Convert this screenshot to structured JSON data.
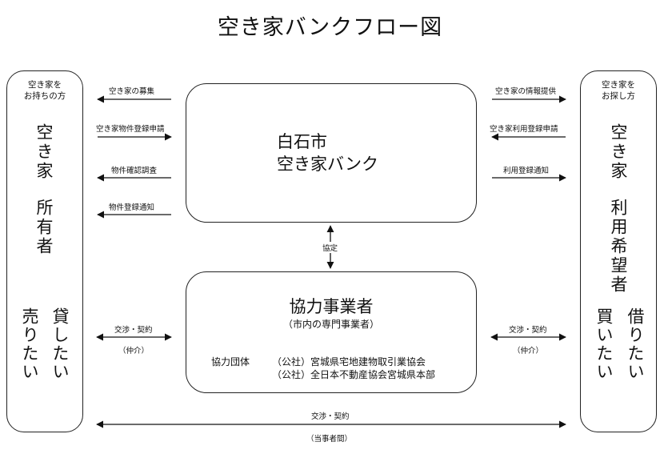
{
  "title": "空き家バンクフロー図",
  "left_party": {
    "header": "空き家を\nお持ちの方",
    "role": "空き家",
    "role2": "所有者",
    "wish1": "貸したい",
    "wish2": "売りたい"
  },
  "right_party": {
    "header": "空き家を\nお探し方",
    "role": "空き家",
    "role2": "利用希望者",
    "wish1": "借りたい",
    "wish2": "買いたい"
  },
  "bank": {
    "line1": "白石市",
    "line2": "空き家バンク"
  },
  "partner": {
    "title": "協力事業者",
    "subtitle": "（市内の専門事業者）",
    "groups_label": "協力団体",
    "group1": "（公社）宮城県宅地建物取引業協会",
    "group2": "（公社）全日本不動産協会宮城県本部"
  },
  "flows": {
    "left_1": "空き家の募集",
    "left_2": "空き家物件登録申請",
    "left_3": "物件確認調査",
    "left_4": "物件登録通知",
    "right_1": "空き家の情報提供",
    "right_2": "空き家利用登録申請",
    "right_3": "利用登録通知",
    "center": "協定",
    "left_deal": "交渉・契約",
    "left_deal_sub": "（仲介）",
    "right_deal": "交渉・契約",
    "right_deal_sub": "（仲介）",
    "bottom_deal": "交渉・契約",
    "bottom_deal_sub": "（当事者間）"
  }
}
